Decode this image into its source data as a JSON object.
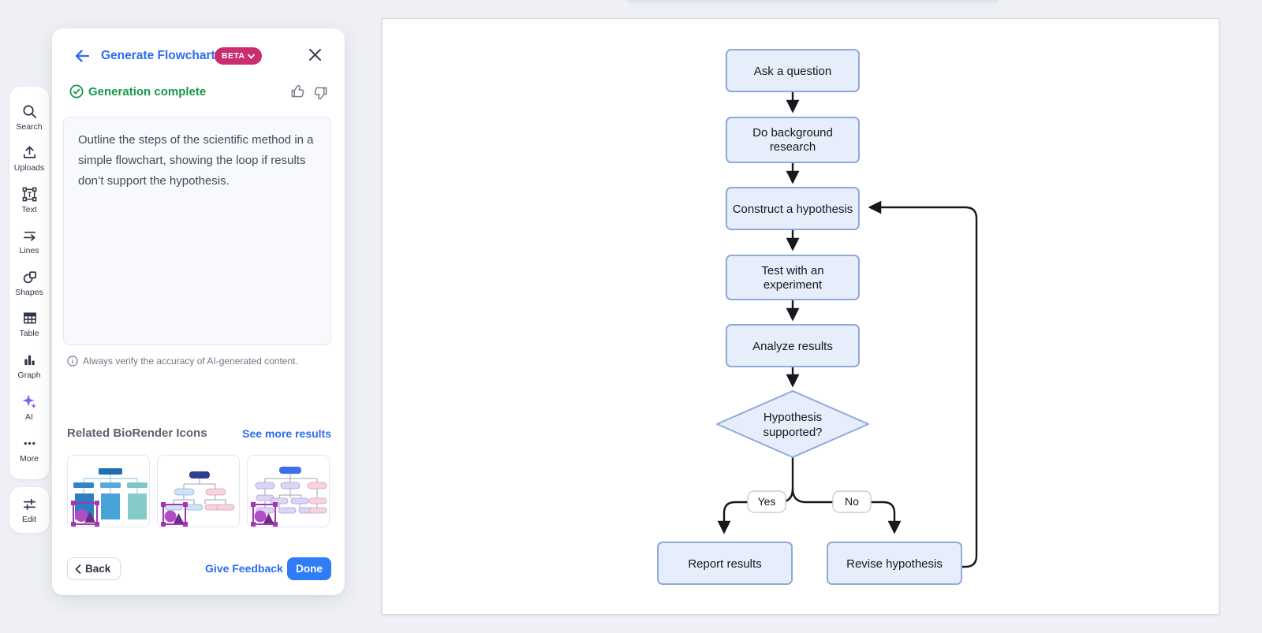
{
  "panel": {
    "title": "Generate Flowchart",
    "badge": "BETA",
    "status": "Generation complete",
    "prompt": "Outline the steps of the scientific method in a simple flowchart, showing the loop if results don’t support the hypothesis.",
    "disclaimer": "Always verify the accuracy of AI-generated content.",
    "related_title": "Related BioRender Icons",
    "see_more_label": "See more results",
    "back_label": "Back",
    "give_feedback_label": "Give Feedback",
    "done_label": "Done",
    "related_thumbnails": [
      "blue tree flowchart icon",
      "navy and pink tree flowchart icon",
      "purple and pink tree flowchart icon"
    ]
  },
  "sidebar": {
    "items": [
      {
        "label": "Search",
        "icon": "search-icon"
      },
      {
        "label": "Uploads",
        "icon": "upload-icon"
      },
      {
        "label": "Text",
        "icon": "text-icon"
      },
      {
        "label": "Lines",
        "icon": "lines-icon"
      },
      {
        "label": "Shapes",
        "icon": "shapes-icon"
      },
      {
        "label": "Table",
        "icon": "table-icon"
      },
      {
        "label": "Graph",
        "icon": "graph-icon"
      },
      {
        "label": "AI",
        "icon": "ai-sparkle-icon"
      },
      {
        "label": "More",
        "icon": "more-dots-icon"
      }
    ],
    "edit_item": {
      "label": "Edit",
      "icon": "sliders-icon"
    }
  },
  "colors": {
    "accent_blue": "#2b6cef",
    "done_blue": "#2e7df6",
    "beta_magenta": "#cb2d72",
    "success_green": "#17994a",
    "node_fill": "#e7eefb",
    "node_stroke": "#8fa9d9",
    "connector": "#15181d"
  },
  "canvas": {
    "flowchart": {
      "nodes": [
        {
          "id": "ask",
          "type": "process",
          "lines": [
            "Ask a question"
          ]
        },
        {
          "id": "research",
          "type": "process",
          "lines": [
            "Do background",
            "research"
          ]
        },
        {
          "id": "hypothesis",
          "type": "process",
          "lines": [
            "Construct a hypothesis"
          ]
        },
        {
          "id": "experiment",
          "type": "process",
          "lines": [
            "Test with an",
            "experiment"
          ]
        },
        {
          "id": "analyze",
          "type": "process",
          "lines": [
            "Analyze results"
          ]
        },
        {
          "id": "decision",
          "type": "decision",
          "lines": [
            "Hypothesis",
            "supported?"
          ]
        },
        {
          "id": "report",
          "type": "process",
          "lines": [
            "Report results"
          ]
        },
        {
          "id": "revise",
          "type": "process",
          "lines": [
            "Revise hypothesis"
          ]
        }
      ],
      "branch_labels": {
        "yes": "Yes",
        "no": "No"
      },
      "edges": [
        {
          "from": "ask",
          "to": "research"
        },
        {
          "from": "research",
          "to": "hypothesis"
        },
        {
          "from": "hypothesis",
          "to": "experiment"
        },
        {
          "from": "experiment",
          "to": "analyze"
        },
        {
          "from": "analyze",
          "to": "decision"
        },
        {
          "from": "decision",
          "to": "report",
          "label": "Yes"
        },
        {
          "from": "decision",
          "to": "revise",
          "label": "No"
        },
        {
          "from": "revise",
          "to": "hypothesis",
          "label": ""
        }
      ]
    }
  }
}
